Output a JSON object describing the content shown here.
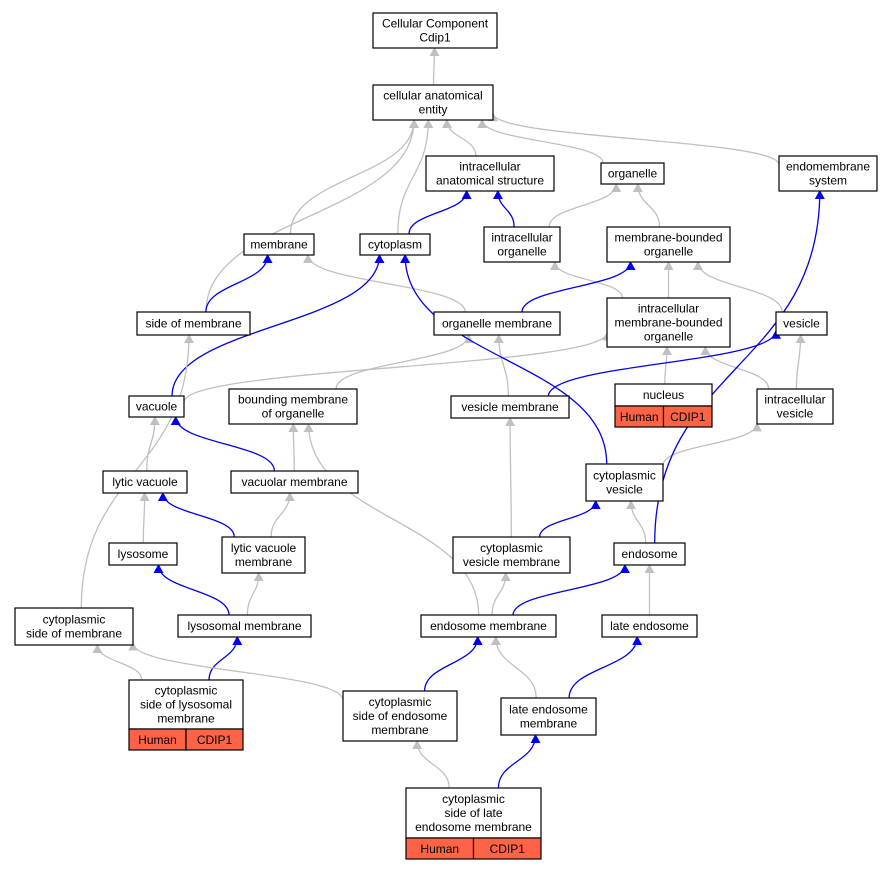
{
  "colors": {
    "is_a": "#c0c0c0",
    "part_of": "#0000ee",
    "annotation": "#ff6347"
  },
  "nodes": {
    "root": [
      "Cellular Component",
      "Cdip1"
    ],
    "cae": [
      "cellular anatomical",
      "entity"
    ],
    "ias": [
      "intracellular",
      "anatomical structure"
    ],
    "organelle": [
      "organelle"
    ],
    "endomembrane": [
      "endomembrane",
      "system"
    ],
    "membrane": [
      "membrane"
    ],
    "cytoplasm": [
      "cytoplasm"
    ],
    "intra_org": [
      "intracellular",
      "organelle"
    ],
    "mbo": [
      "membrane-bounded",
      "organelle"
    ],
    "side_mem": [
      "side of membrane"
    ],
    "org_mem": [
      "organelle membrane"
    ],
    "imbo": [
      "intracellular",
      "membrane-bounded",
      "organelle"
    ],
    "vesicle": [
      "vesicle"
    ],
    "vacuole": [
      "vacuole"
    ],
    "bmo": [
      "bounding membrane",
      "of organelle"
    ],
    "nucleus": [
      "nucleus"
    ],
    "ves_mem": [
      "vesicle membrane"
    ],
    "intra_ves": [
      "intracellular",
      "vesicle"
    ],
    "lytic_vac": [
      "lytic vacuole"
    ],
    "vac_mem": [
      "vacuolar membrane"
    ],
    "cyto_ves": [
      "cytoplasmic",
      "vesicle"
    ],
    "lysosome": [
      "lysosome"
    ],
    "lvm": [
      "lytic vacuole",
      "membrane"
    ],
    "cvm": [
      "cytoplasmic",
      "vesicle membrane"
    ],
    "endosome": [
      "endosome"
    ],
    "csm": [
      "cytoplasmic",
      "side of membrane"
    ],
    "lys_mem": [
      "lysosomal membrane"
    ],
    "endo_mem": [
      "endosome membrane"
    ],
    "late_endo": [
      "late endosome"
    ],
    "cslm": [
      "cytoplasmic",
      "side of lysosomal",
      "membrane"
    ],
    "csem": [
      "cytoplasmic",
      "side of endosome",
      "membrane"
    ],
    "lem": [
      "late endosome",
      "membrane"
    ],
    "csle": [
      "cytoplasmic",
      "side of late",
      "endosome membrane"
    ]
  },
  "annotations": {
    "nucleus": [
      "Human",
      "CDIP1"
    ],
    "cslm": [
      "Human",
      "CDIP1"
    ],
    "csle": [
      "Human",
      "CDIP1"
    ]
  },
  "edges": [
    [
      "cae",
      "root",
      "is_a"
    ],
    [
      "ias",
      "cae",
      "is_a"
    ],
    [
      "organelle",
      "cae",
      "is_a"
    ],
    [
      "endomembrane",
      "cae",
      "is_a"
    ],
    [
      "membrane",
      "cae",
      "is_a"
    ],
    [
      "cytoplasm",
      "cae",
      "is_a"
    ],
    [
      "side_mem",
      "cae",
      "is_a"
    ],
    [
      "cytoplasm",
      "ias",
      "part_of"
    ],
    [
      "intra_org",
      "ias",
      "part_of"
    ],
    [
      "intra_org",
      "organelle",
      "is_a"
    ],
    [
      "mbo",
      "organelle",
      "is_a"
    ],
    [
      "side_mem",
      "membrane",
      "part_of"
    ],
    [
      "org_mem",
      "membrane",
      "is_a"
    ],
    [
      "imbo",
      "intra_org",
      "is_a"
    ],
    [
      "imbo",
      "mbo",
      "is_a"
    ],
    [
      "org_mem",
      "mbo",
      "part_of"
    ],
    [
      "vesicle",
      "mbo",
      "is_a"
    ],
    [
      "bmo",
      "org_mem",
      "is_a"
    ],
    [
      "ves_mem",
      "org_mem",
      "is_a"
    ],
    [
      "vacuole",
      "imbo",
      "is_a"
    ],
    [
      "nucleus",
      "imbo",
      "is_a"
    ],
    [
      "intra_ves",
      "imbo",
      "is_a"
    ],
    [
      "intra_ves",
      "vesicle",
      "is_a"
    ],
    [
      "ves_mem",
      "vesicle",
      "part_of"
    ],
    [
      "vacuole",
      "cytoplasm",
      "part_of"
    ],
    [
      "cyto_ves",
      "cytoplasm",
      "part_of"
    ],
    [
      "lytic_vac",
      "vacuole",
      "is_a"
    ],
    [
      "vac_mem",
      "vacuole",
      "part_of"
    ],
    [
      "vac_mem",
      "bmo",
      "is_a"
    ],
    [
      "endo_mem",
      "bmo",
      "is_a"
    ],
    [
      "cyto_ves",
      "intra_ves",
      "is_a"
    ],
    [
      "lysosome",
      "lytic_vac",
      "is_a"
    ],
    [
      "lvm",
      "lytic_vac",
      "part_of"
    ],
    [
      "lvm",
      "vac_mem",
      "is_a"
    ],
    [
      "cvm",
      "ves_mem",
      "is_a"
    ],
    [
      "cvm",
      "cyto_ves",
      "part_of"
    ],
    [
      "endosome",
      "cyto_ves",
      "is_a"
    ],
    [
      "endosome",
      "endomembrane",
      "part_of"
    ],
    [
      "csm",
      "side_mem",
      "is_a"
    ],
    [
      "lys_mem",
      "lysosome",
      "part_of"
    ],
    [
      "lys_mem",
      "lvm",
      "is_a"
    ],
    [
      "endo_mem",
      "cvm",
      "is_a"
    ],
    [
      "endo_mem",
      "endosome",
      "part_of"
    ],
    [
      "late_endo",
      "endosome",
      "is_a"
    ],
    [
      "cslm",
      "csm",
      "is_a"
    ],
    [
      "cslm",
      "lys_mem",
      "part_of"
    ],
    [
      "csem",
      "csm",
      "is_a"
    ],
    [
      "csem",
      "endo_mem",
      "part_of"
    ],
    [
      "lem",
      "endo_mem",
      "is_a"
    ],
    [
      "lem",
      "late_endo",
      "part_of"
    ],
    [
      "csle",
      "csem",
      "is_a"
    ],
    [
      "csle",
      "lem",
      "part_of"
    ]
  ]
}
